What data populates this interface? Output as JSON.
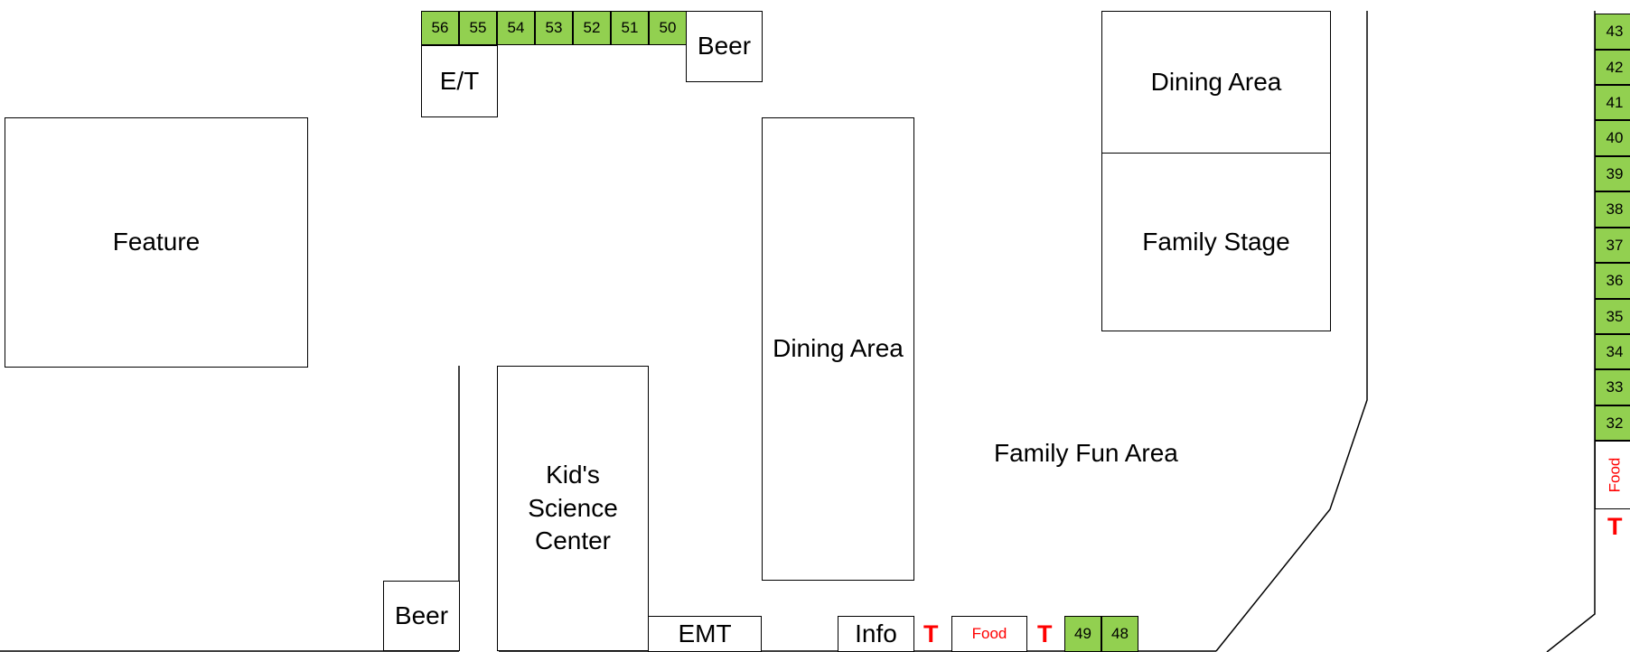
{
  "map": {
    "top_booths": [
      "56",
      "55",
      "54",
      "53",
      "52",
      "51",
      "50"
    ],
    "et_label": "E/T",
    "beer_label": "Beer",
    "feature_label": "Feature",
    "dining_area_label": "Dining Area",
    "family_stage_label": "Family Stage",
    "family_fun_area_label": "Family Fun Area",
    "kids_science_lines": [
      "Kid's",
      "Science",
      "Center"
    ],
    "emt_label": "EMT",
    "info_label": "Info",
    "toilet_label": "T",
    "food_label": "Food",
    "bottom_booths": [
      "49",
      "48"
    ],
    "right_booths": [
      "43",
      "42",
      "41",
      "40",
      "39",
      "38",
      "37",
      "36",
      "35",
      "34",
      "33",
      "32"
    ]
  },
  "colors": {
    "booth_fill": "#92d050",
    "food_toilet_text": "#ff0000",
    "outline": "#000000",
    "background": "#ffffff"
  }
}
